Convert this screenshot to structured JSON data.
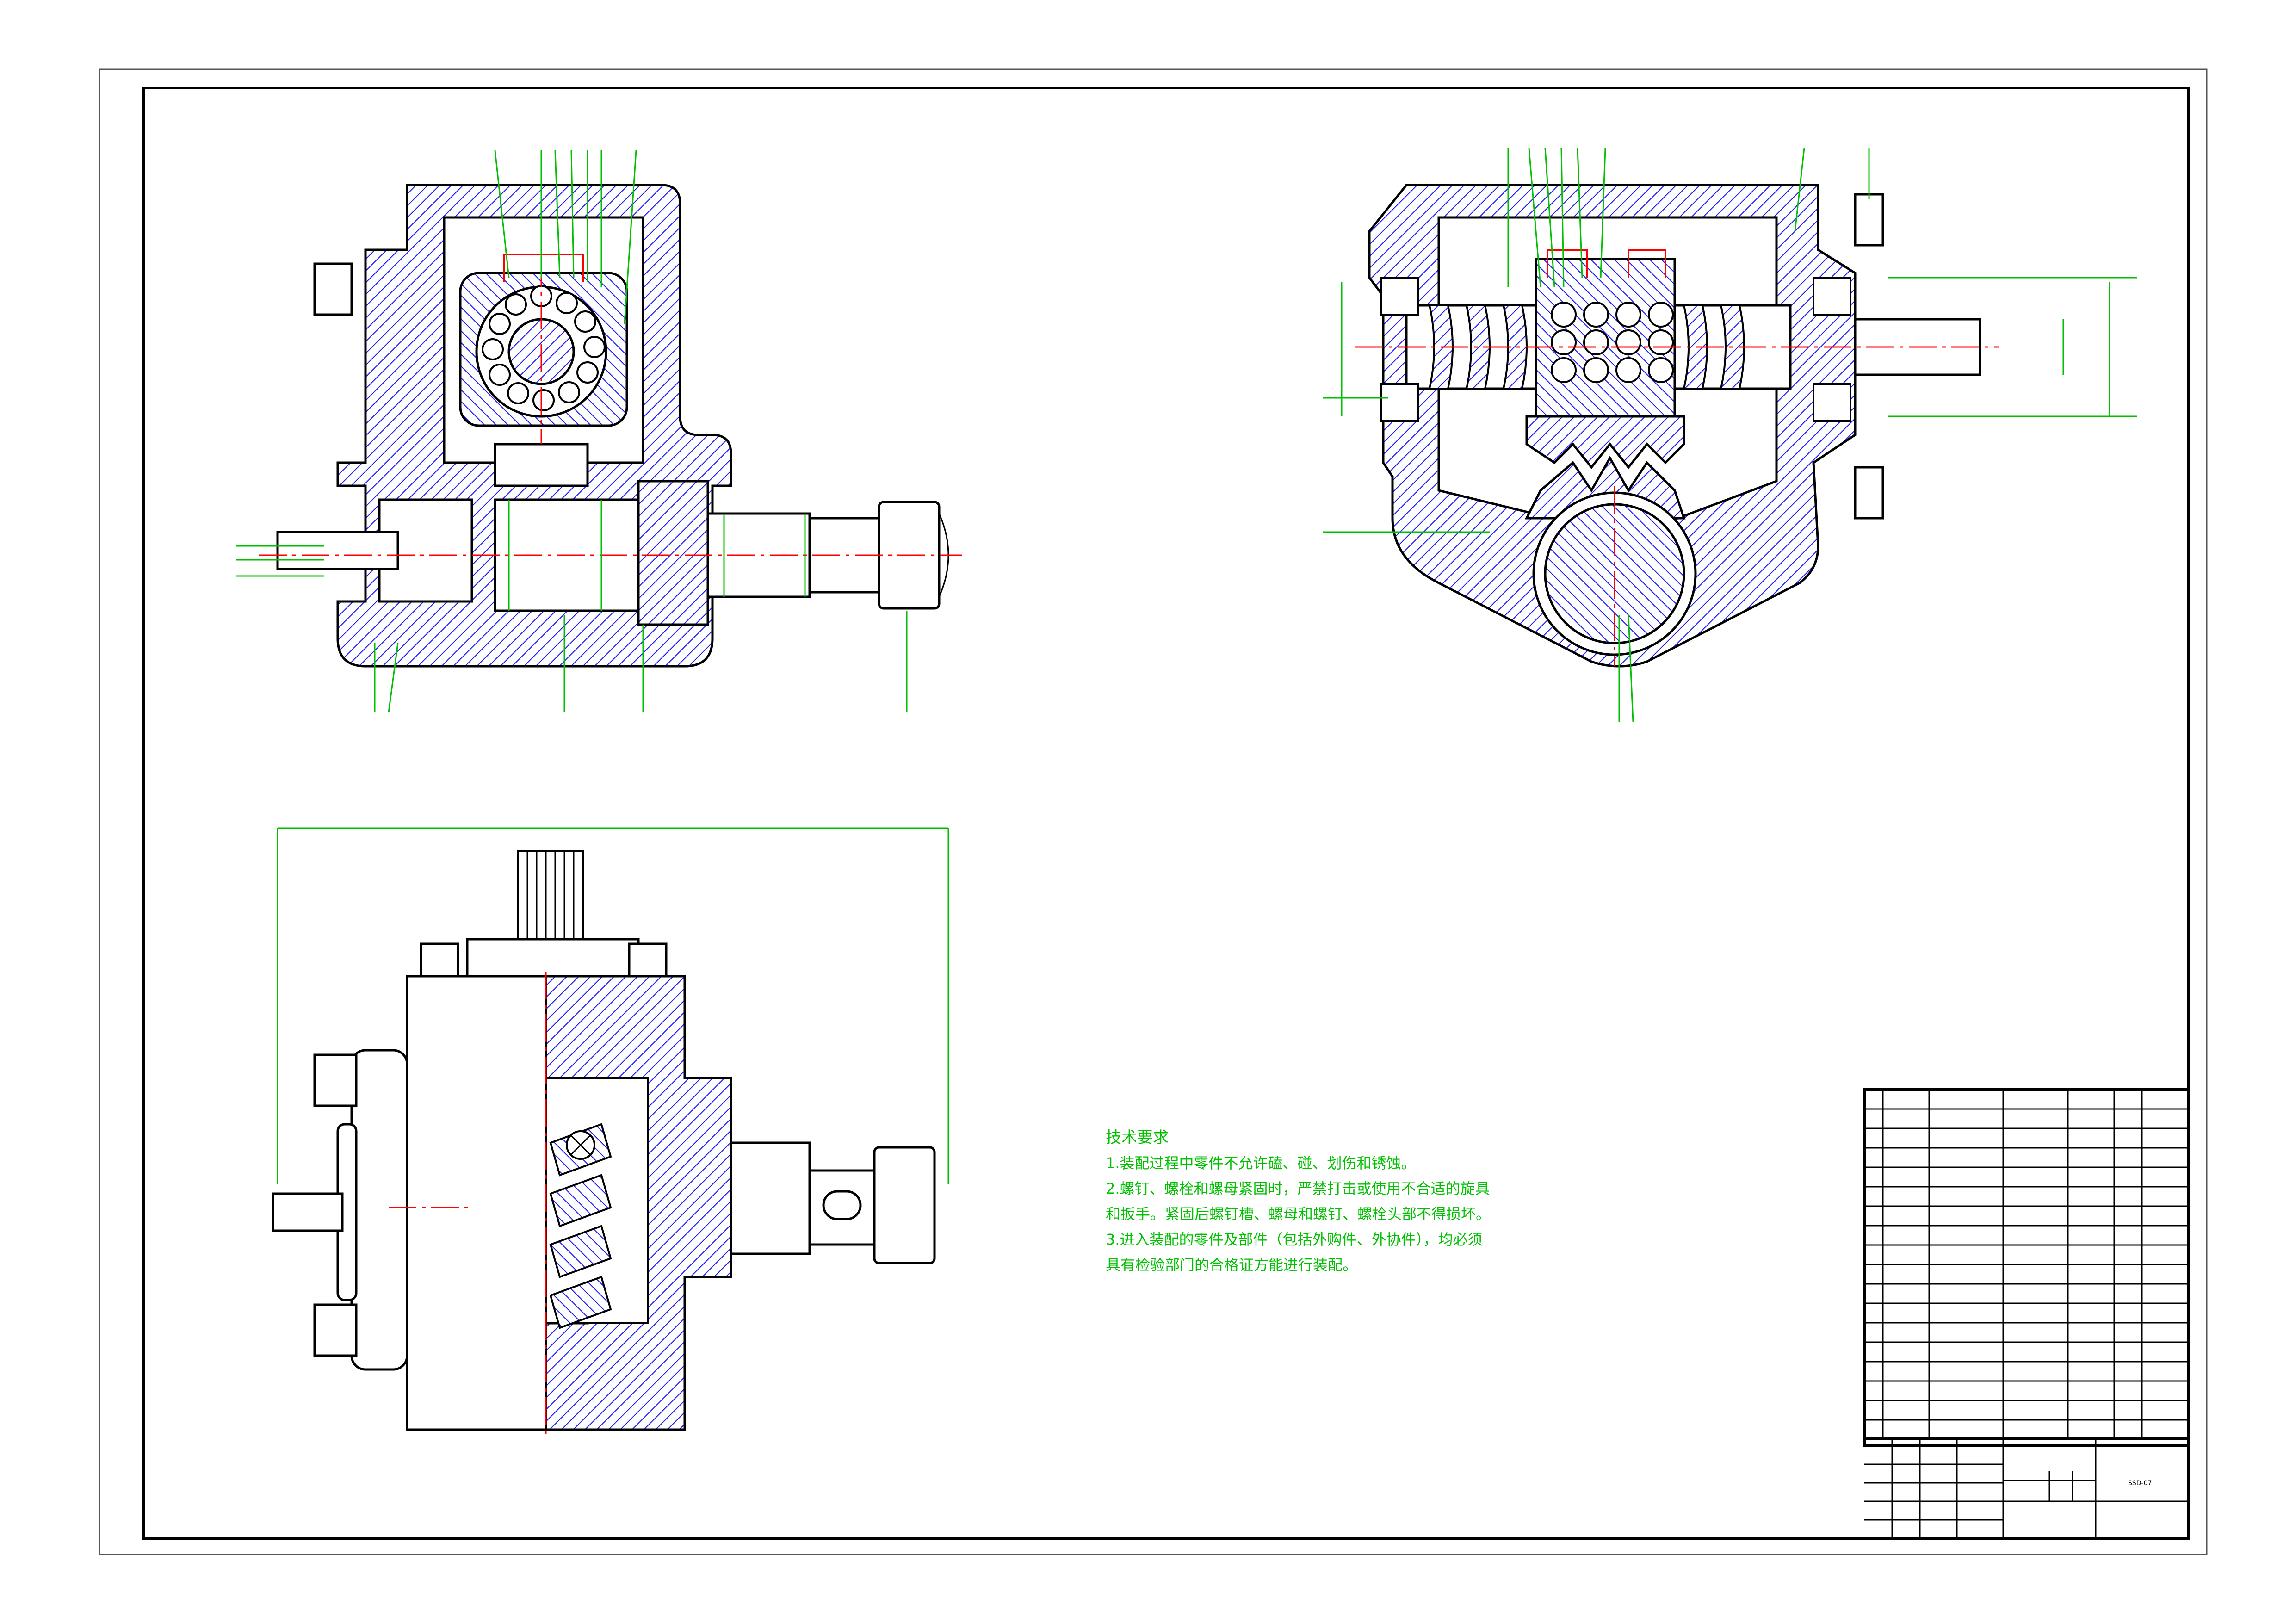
{
  "tech_requirements": {
    "title": "技术要求",
    "lines": [
      "1.装配过程中零件不允许磕、碰、划伤和锈蚀。",
      "2.螺钉、螺栓和螺母紧固时，严禁打击或使用不合适的旋具",
      "和扳手。紧固后螺钉槽、螺母和螺钉、螺栓头部不得损坏。",
      "3.进入装配的零件及部件（包括外购件、外协件），均必须",
      "具有检验部门的合格证方能进行装配。"
    ]
  },
  "title_block": {
    "drawing_no": "SSD-07"
  },
  "colors": {
    "hatch": "#1a1aff",
    "dimension": "#00c000",
    "centerline": "#ff0000",
    "outline": "#000000"
  }
}
